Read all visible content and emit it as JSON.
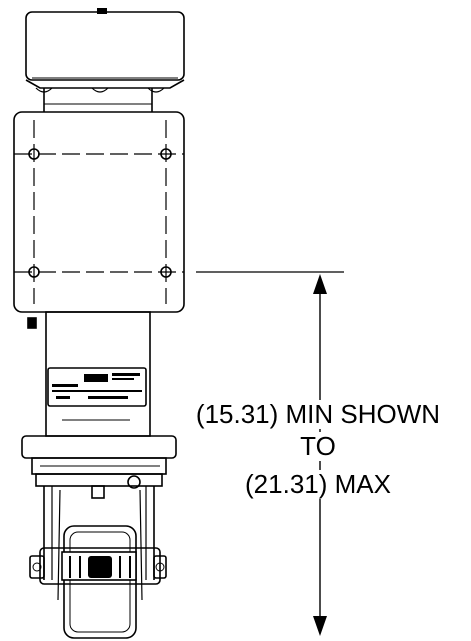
{
  "dimension": {
    "line1": "(15.31) MIN SHOWN",
    "line2": "TO",
    "line3": "(21.31) MAX"
  }
}
